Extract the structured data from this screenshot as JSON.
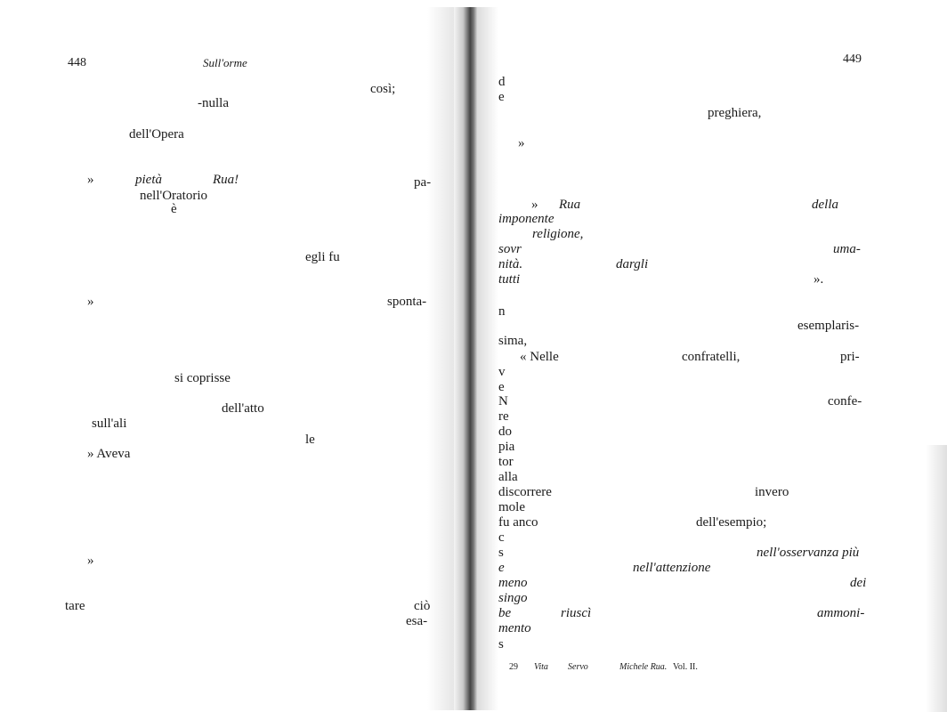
{
  "left_page": {
    "page_number": "448",
    "running_head": "Sull'orme",
    "lines": [
      "così;",
      "-nulla",
      "dell'Opera",
      "»",
      "pietà",
      "Rua!",
      "pa-",
      "nell'Oratorio",
      "è",
      "egli fu",
      "»",
      "sponta-",
      "si coprisse",
      "dell'atto",
      "sull'ali",
      "le",
      "» Aveva",
      "»",
      "tare",
      "ciò",
      "esa-"
    ]
  },
  "right_page": {
    "page_number": "449",
    "lines": [
      "d",
      "e",
      "preghiera,",
      "»",
      "»",
      "Rua",
      "della",
      "imponente",
      "religione,",
      "sovr",
      "uma-",
      "nità.",
      "dargli",
      "tutti",
      "».",
      "n",
      "esemplaris-",
      "sima,",
      "« Nelle",
      "confratelli,",
      "pri-",
      "v",
      "e",
      "N",
      "confe-",
      "re",
      "do",
      "pia",
      "tor",
      "alla",
      "discorrere",
      "invero",
      "mole",
      "fu anco",
      "dell'esempio;",
      "c",
      "s",
      "nell'osservanza più",
      "e",
      "nell'attenzione",
      "meno",
      "dei",
      "singo",
      "be",
      "riuscì",
      "ammoni-",
      "mento",
      "s"
    ],
    "footnote": {
      "number": "29",
      "w1": "Vita",
      "w2": "Servo",
      "w3": "Michele Rua.",
      "w4": "Vol. II."
    }
  }
}
